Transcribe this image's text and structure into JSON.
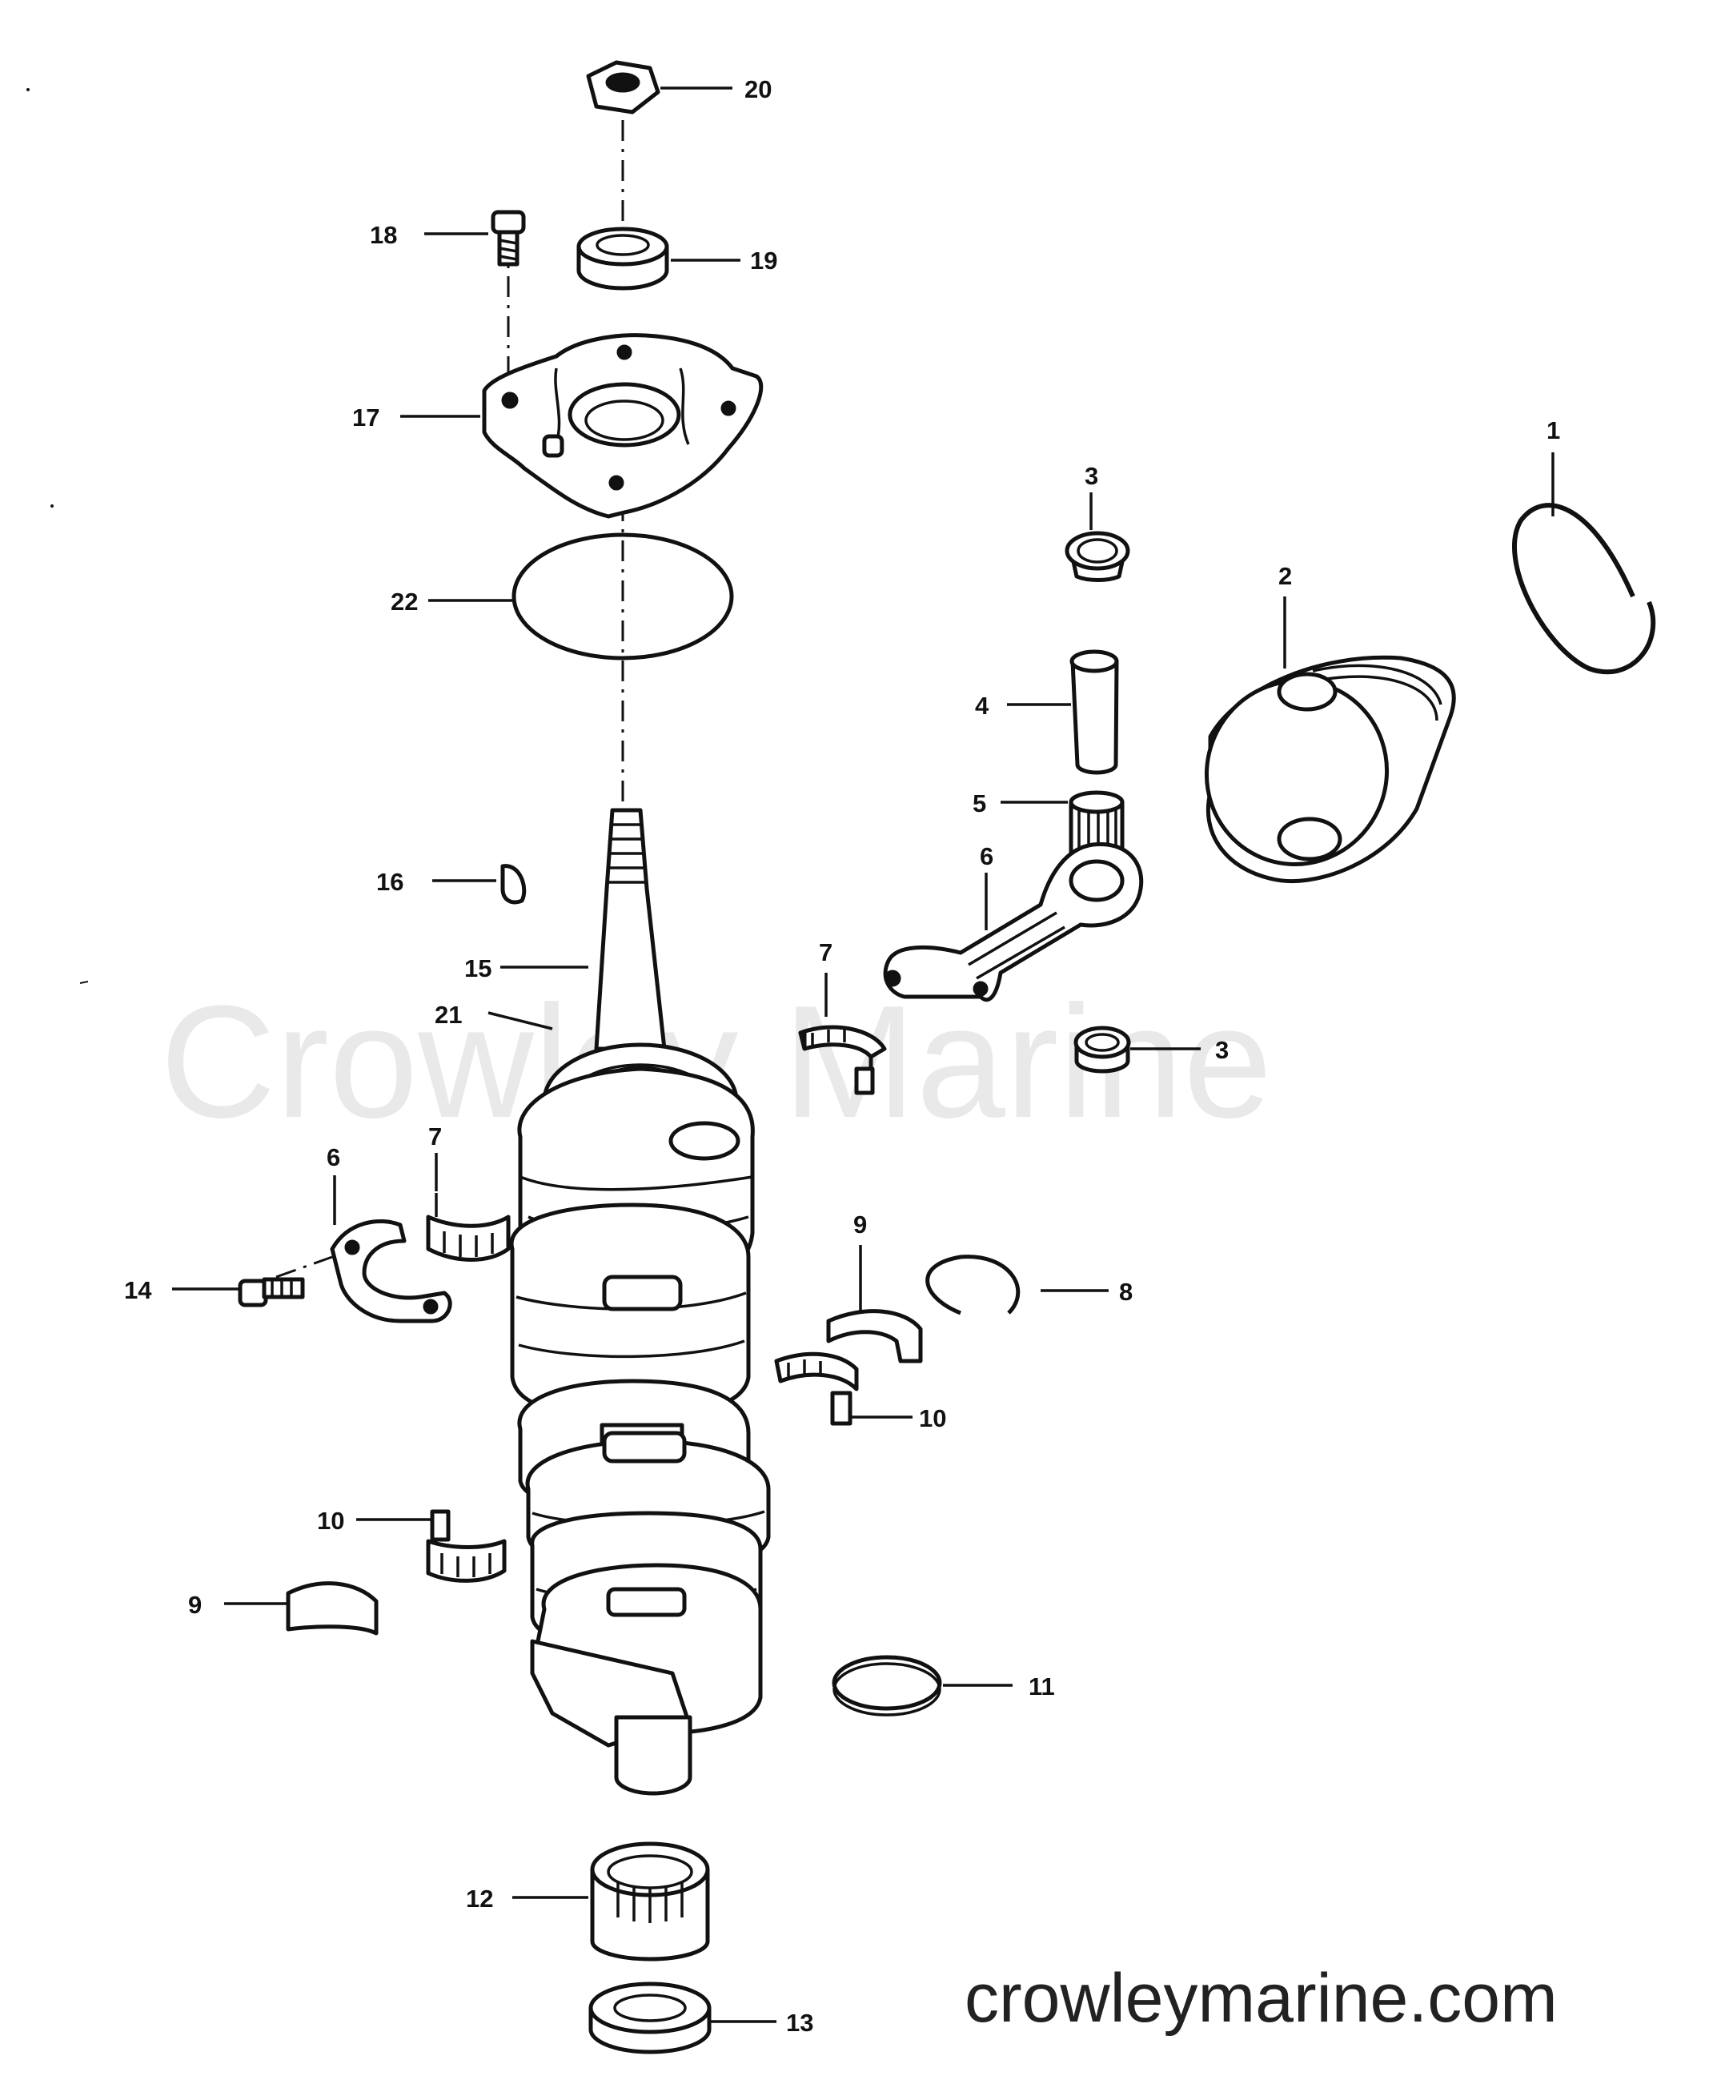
{
  "watermark": "Crowley Marine",
  "site": "crowleymarine.com",
  "callouts": {
    "c1": "1",
    "c2": "2",
    "c3a": "3",
    "c3b": "3",
    "c4": "4",
    "c5": "5",
    "c6a": "6",
    "c6b": "6",
    "c7a": "7",
    "c7b": "7",
    "c8": "8",
    "c9a": "9",
    "c9b": "9",
    "c10a": "10",
    "c10b": "10",
    "c11": "11",
    "c12": "12",
    "c13": "13",
    "c14": "14",
    "c15": "15",
    "c16": "16",
    "c17": "17",
    "c18": "18",
    "c19": "19",
    "c20": "20",
    "c21": "21",
    "c22": "22"
  },
  "colors": {
    "ink": "#111111",
    "watermark": "#e9e9e9",
    "paper": "#ffffff"
  }
}
